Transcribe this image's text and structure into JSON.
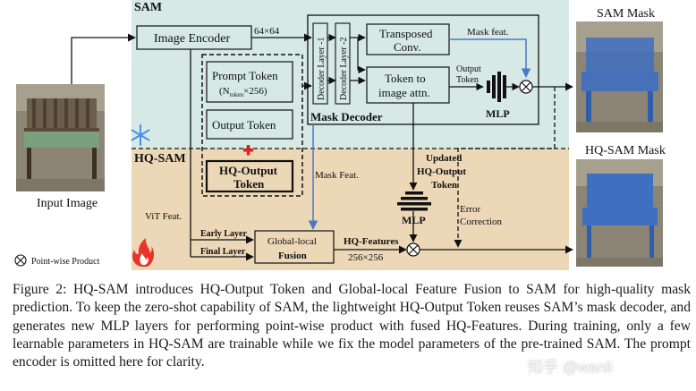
{
  "figure": {
    "sam_section_label": "SAM",
    "hq_sam_section_label": "HQ-SAM",
    "input_image_label": "Input Image",
    "image_encoder_label": "Image Encoder",
    "encoder_output_size": "64×64",
    "prompt_token_label": "Prompt Token",
    "prompt_token_dim_prefix": "(N",
    "prompt_token_dim_sub": "token",
    "prompt_token_dim_suffix": "×256)",
    "output_token_label": "Output Token",
    "hq_output_token_line1": "HQ-Output",
    "hq_output_token_line2": "Token",
    "decoder_layer_1": "Decoder Layer -1",
    "decoder_layer_2": "Decoder Layer -2",
    "transposed_conv_line1": "Transposed",
    "transposed_conv_line2": "Conv.",
    "token_to_image_line1": "Token to",
    "token_to_image_line2": "image attn.",
    "mask_feat_top": "Mask feat.",
    "output_token_arrow_line1": "Output",
    "output_token_arrow_line2": "Token",
    "mlp_top": "MLP",
    "mask_decoder_label": "Mask Decoder",
    "sam_mask_label": "SAM Mask",
    "hq_sam_mask_label": "HQ-SAM Mask",
    "updated_token_line1": "Updated",
    "updated_token_line2": "HQ-Output",
    "updated_token_line3": "Token",
    "mask_feat_hq": "Mask Feat.",
    "mlp_hq": "MLP",
    "error_correction_line1": "Error",
    "error_correction_line2": "Correction",
    "vit_feat_label": "ViT Feat.",
    "early_layer_label": "Early Layer",
    "final_layer_label": "Final Layer",
    "global_local_line1": "Global-local",
    "global_local_line2": "Fusion",
    "hq_features_label": "HQ-Features",
    "hq_features_size": "256×256",
    "legend_point_wise": "Point-wise Product"
  },
  "colors": {
    "sam_background": "#d6e9e4",
    "hq_background": "#ecd7b6",
    "accent_blue_arrow": "#4a78c8",
    "plus_red": "#e0221d",
    "snowflake_blue": "#4a90e2",
    "fire_red": "#e8352a"
  },
  "caption": {
    "text": "Figure 2: HQ-SAM introduces HQ-Output Token and Global-local Feature Fusion to SAM for high-quality mask prediction. To keep the zero-shot capability of SAM, the lightweight HQ-Output Token reuses SAM’s mask decoder, and generates new MLP layers for performing point-wise product with fused HQ-Features. During training, only a few learnable parameters in HQ-SAM are trainable while we fix the model parameters of the pre-trained SAM. The prompt encoder is omitted here for clarity."
  },
  "watermark": "知乎 @wanli"
}
